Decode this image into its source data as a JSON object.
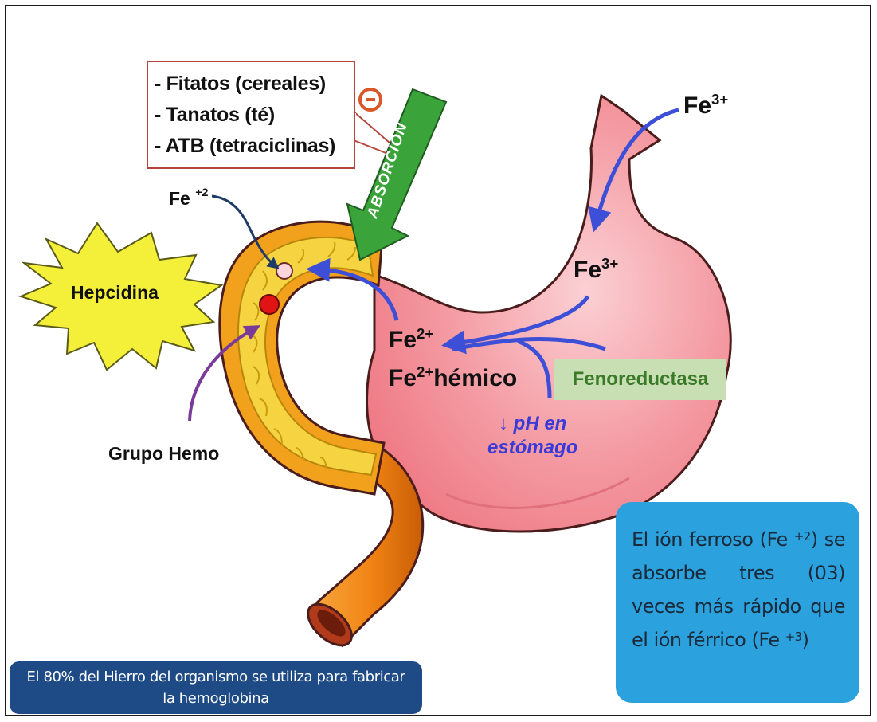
{
  "inhibitors": {
    "items": [
      "- Fitatos (cereales)",
      "- Tanatos (té)",
      "- ATB (tetraciclinas)"
    ],
    "symbol": "⊝"
  },
  "arrows": {
    "absorption_label": "ABSORCIÓN"
  },
  "hepcidina": {
    "label": "Hepcidina"
  },
  "duodenum": {
    "fe2_label_base": "Fe",
    "fe2_label_sup": "+2",
    "grupo_hemo": "Grupo Hemo"
  },
  "stomach": {
    "fe3_top_base": "Fe",
    "fe3_top_sup": "3+",
    "fe3_mid_base": "Fe",
    "fe3_mid_sup": "3+",
    "fe2_base": "Fe",
    "fe2_sup": "2+",
    "fe2_hemico_base": "Fe",
    "fe2_hemico_sup": "2+",
    "fe2_hemico_rest": "hémico",
    "fenoreductasa": "Fenoreductasa",
    "ph_line1": "↓ pH en",
    "ph_line2": "estómago"
  },
  "note": {
    "part1": "El ión ferroso (Fe ",
    "sup1": "+2",
    "part2": ") se absorbe tres (03) veces más rápido que el ión férrico (Fe ",
    "sup2": "+3",
    "part3": ")"
  },
  "bottom": {
    "line1": "El 80% del Hierro del organismo se utiliza para fabricar",
    "line2": "la hemoglobina"
  },
  "colors": {
    "stomach": "#f3868f",
    "stomach_outline": "#4a1c1c",
    "intestine": "#f6c531",
    "intestine_outer": "#f2a11c",
    "tube": "#f07d12",
    "arrow_blue": "#3d4fd6",
    "arrow_green": "#3aa33a",
    "star": "#f4f03a",
    "note_bg": "#2ba2dd",
    "bottom_bg": "#1e4a86"
  }
}
